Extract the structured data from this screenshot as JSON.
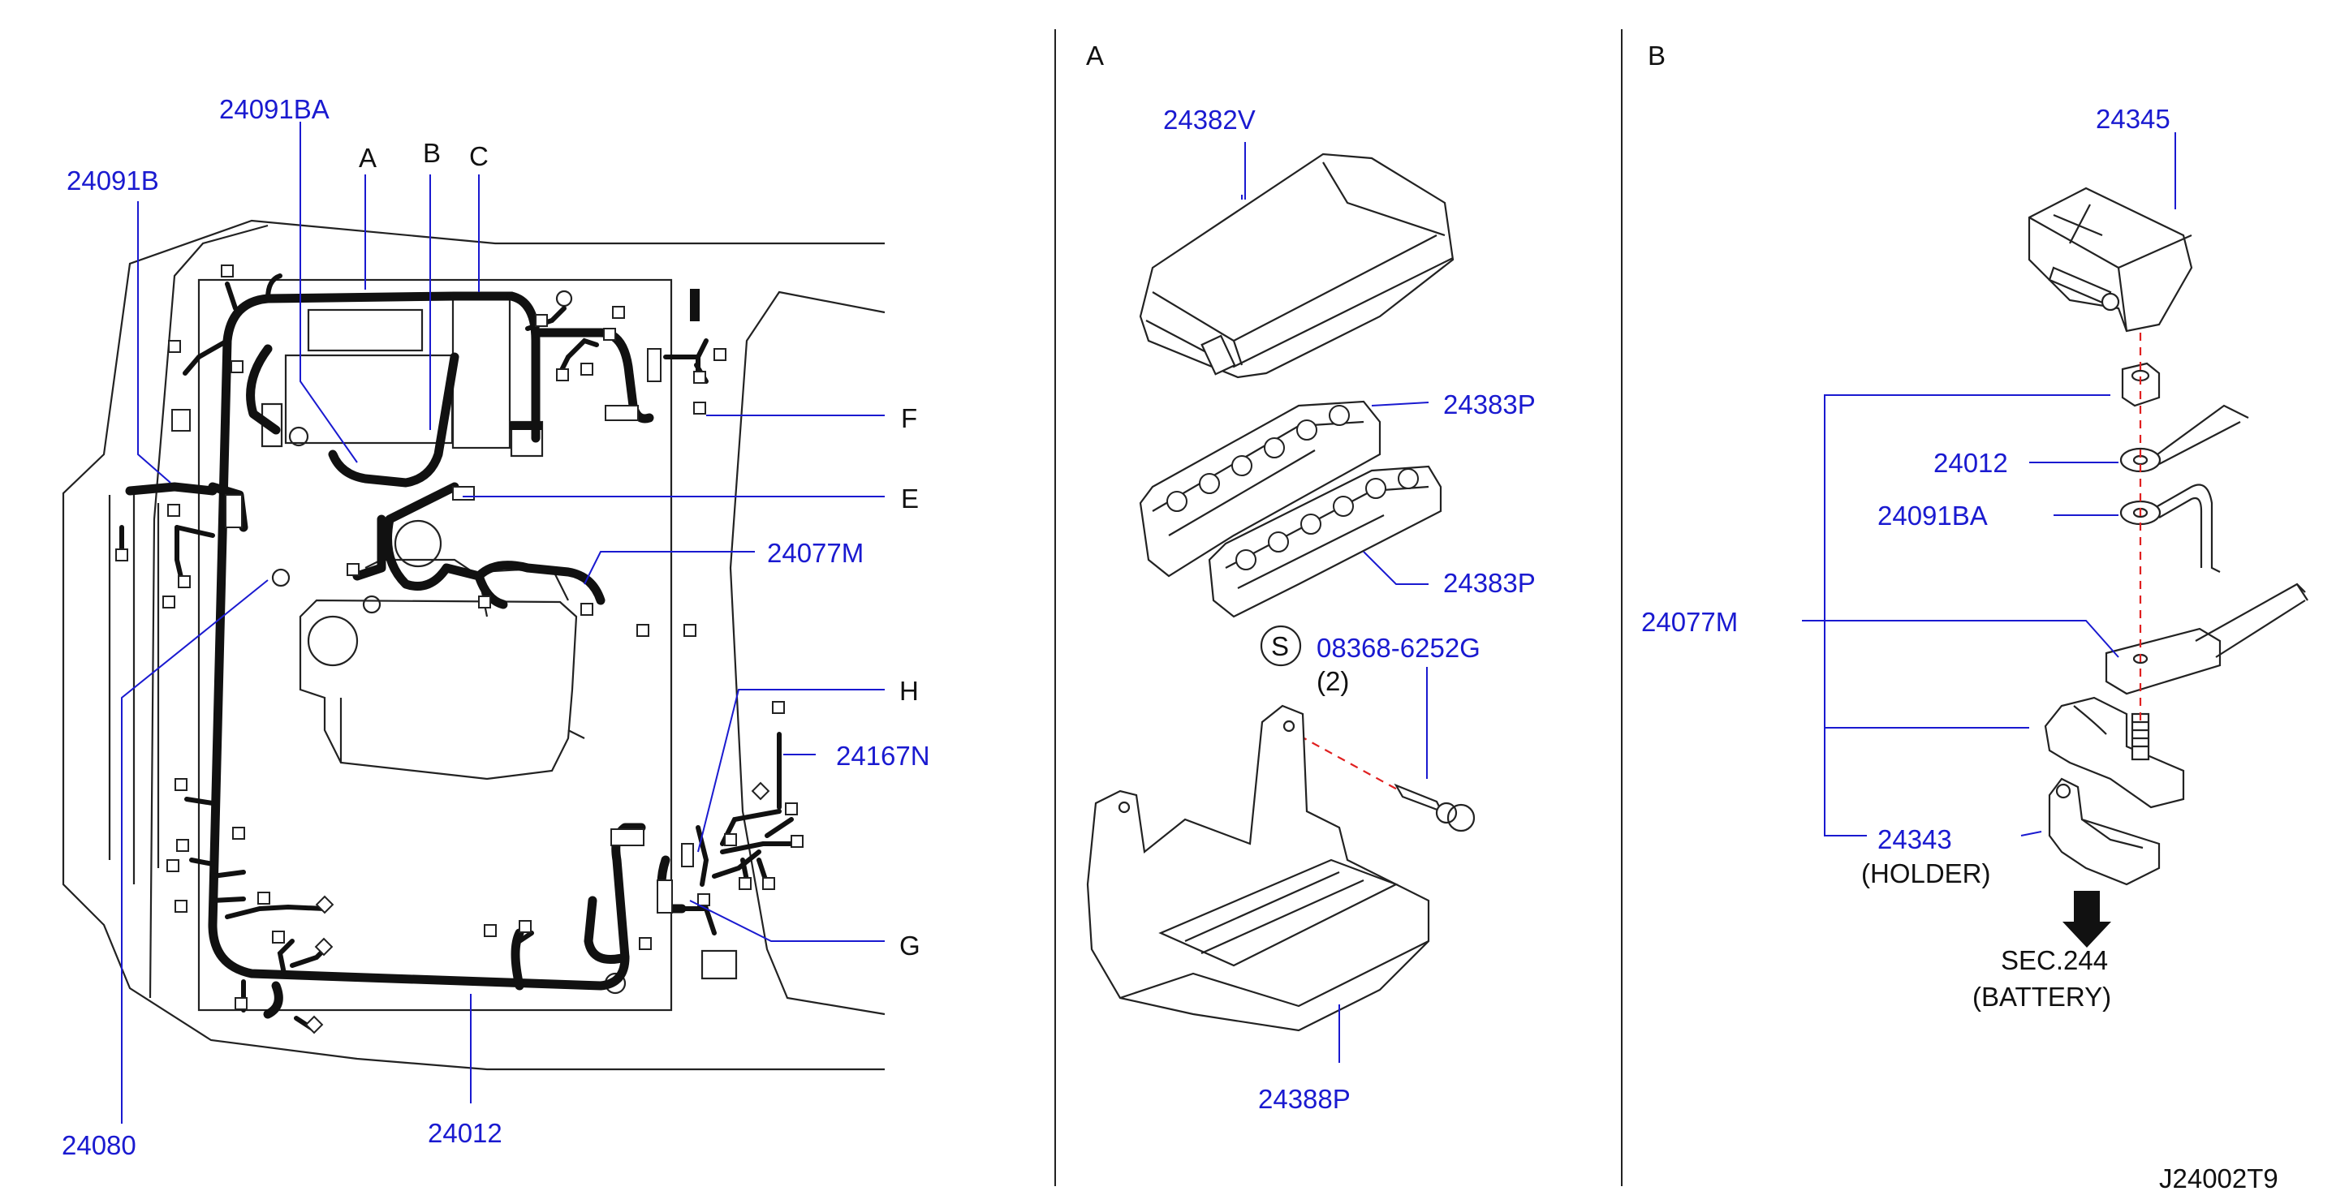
{
  "sections": {
    "left": {
      "callouts": {
        "part_24091BA": "24091BA",
        "part_24091B": "24091B",
        "ref_A": "A",
        "ref_B": "B",
        "ref_C": "C",
        "ref_F": "F",
        "ref_E": "E",
        "part_24077M": "24077M",
        "ref_H": "H",
        "part_24167N": "24167N",
        "ref_G": "G",
        "part_24080": "24080",
        "part_24012": "24012"
      }
    },
    "middle": {
      "header": "A",
      "callouts": {
        "part_24382V": "24382V",
        "part_24383P_top": "24383P",
        "part_24383P_bottom": "24383P",
        "std_symbol": "S",
        "part_08368": "08368-6252G",
        "qty": "(2)",
        "part_24388P": "24388P"
      }
    },
    "right": {
      "header": "B",
      "callouts": {
        "part_24345": "24345",
        "part_24012": "24012",
        "part_24091BA": "24091BA",
        "part_24077M": "24077M",
        "part_24343": "24343",
        "holder": "(HOLDER)",
        "sec": "SEC.244",
        "battery": "(BATTERY)"
      }
    }
  },
  "figure_id": "J24002T9",
  "colors": {
    "callout_text": "#1a1ad0",
    "ref_text": "#111111",
    "dashed_axis": "#e02020",
    "harness": "#111111"
  }
}
